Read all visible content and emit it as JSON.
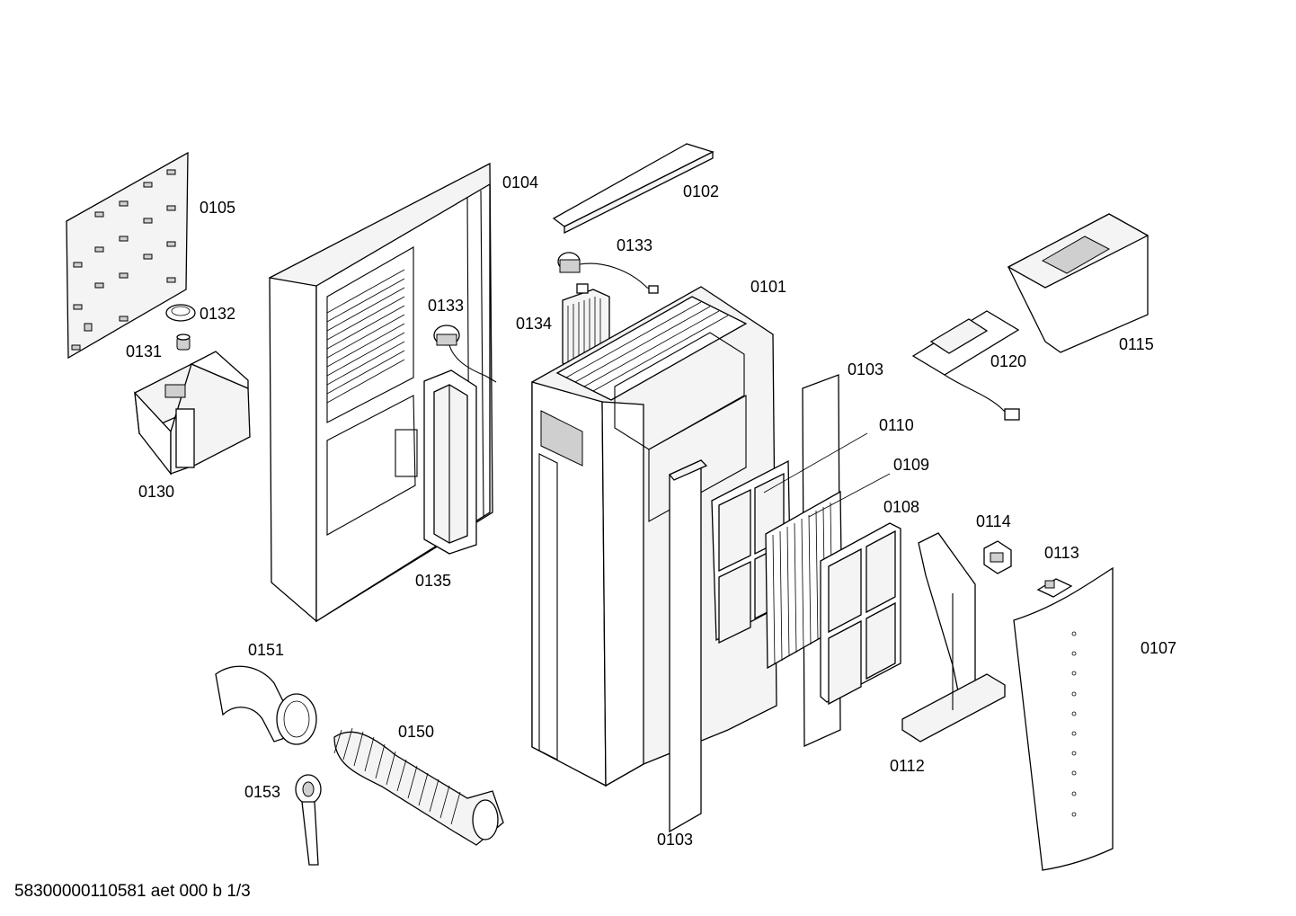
{
  "diagram": {
    "labels": {
      "p0101": "0101",
      "p0102": "0102",
      "p0103a": "0103",
      "p0103b": "0103",
      "p0104": "0104",
      "p0105": "0105",
      "p0107": "0107",
      "p0108": "0108",
      "p0109": "0109",
      "p0110": "0110",
      "p0112": "0112",
      "p0113": "0113",
      "p0114": "0114",
      "p0115": "0115",
      "p0120": "0120",
      "p0130": "0130",
      "p0131": "0131",
      "p0132": "0132",
      "p0133a": "0133",
      "p0133b": "0133",
      "p0134": "0134",
      "p0135": "0135",
      "p0150": "0150",
      "p0151": "0151",
      "p0153": "0153"
    },
    "footer": "58300000110581 aet 000 b 1/3"
  }
}
